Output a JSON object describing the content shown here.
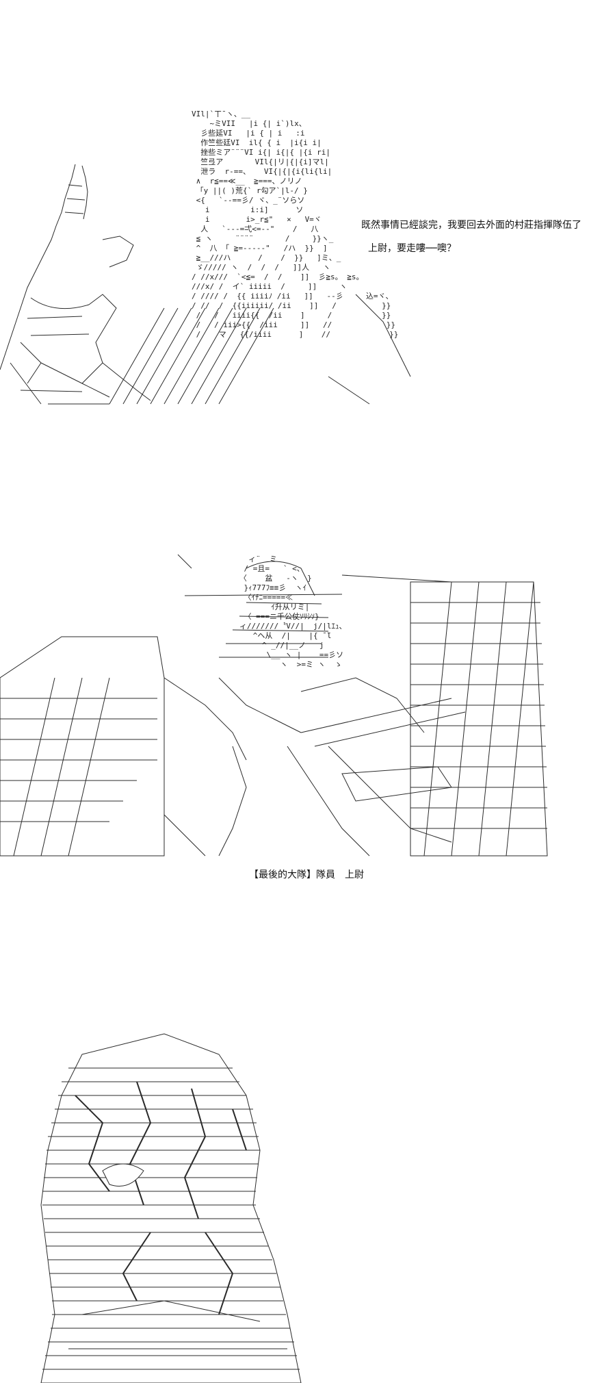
{
  "panels": [
    {
      "dialog": {
        "line1": "既然事情已經談完，我要回去外面的村莊指揮隊伍了",
        "line2": "上尉，要走嘍──噢？"
      }
    },
    {
      "caption": "【最後的大隊】隊員　上尉"
    },
    {}
  ]
}
